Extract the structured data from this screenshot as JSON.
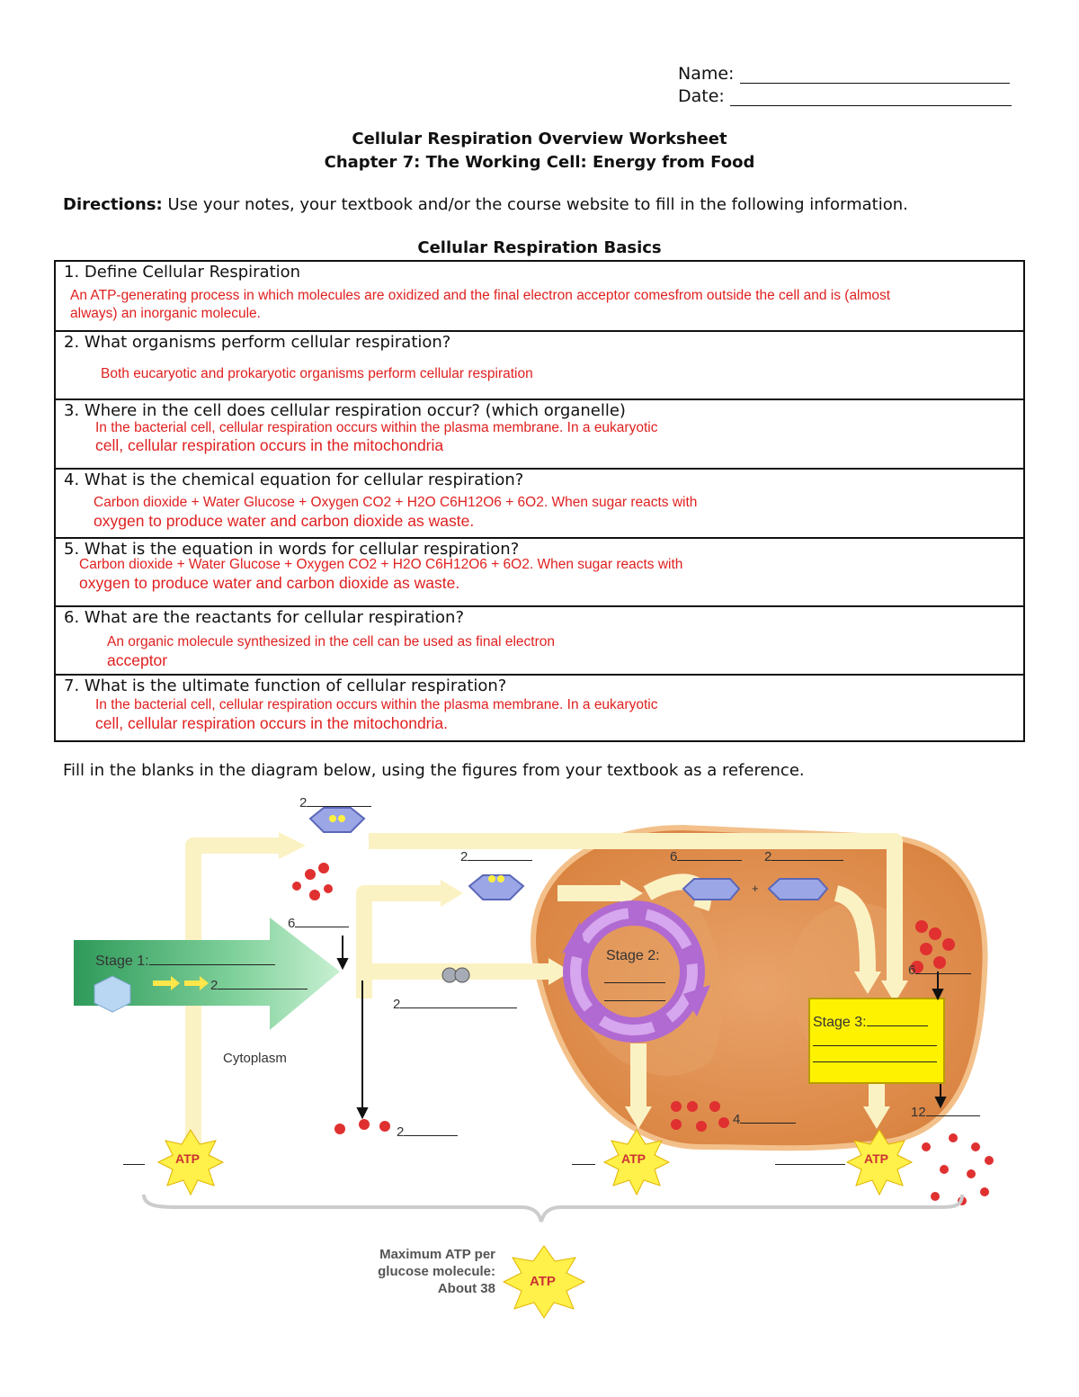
{
  "header": {
    "name_label": "Name:",
    "date_label": "Date:"
  },
  "title": "Cellular Respiration Overview Worksheet",
  "subtitle": "Chapter 7: The Working Cell: Energy from Food",
  "directions": {
    "label": "Directions:",
    "text": "Use your notes, your textbook and/or the course website to fill in the following information."
  },
  "table": {
    "title": "Cellular Respiration Basics",
    "rows": [
      {
        "question": "1.  Define Cellular Respiration",
        "answer": [
          "An ATP-generating process in which molecules are oxidized and the final electron acceptor comesfrom outside the cell and is (almost",
          "always) an inorganic molecule."
        ]
      },
      {
        "question": "2. What organisms perform cellular respiration?",
        "answer": [
          "Both eucaryotic and prokaryotic organisms perform cellular respiration"
        ]
      },
      {
        "question": "3. Where in the cell does cellular respiration occur? (which organelle)",
        "answer": [
          "In the bacterial cell, cellular respiration occurs within the plasma membrane.  In a eukaryotic",
          "cell, cellular respiration occurs in the mitochondria"
        ]
      },
      {
        "question": "4. What is the chemical equation for cellular respiration?",
        "answer": [
          "Carbon dioxide + Water Glucose + Oxygen CO2 + H2O C6H12O6 + 6O2.  When sugar reacts with",
          "oxygen to produce water and carbon dioxide as waste."
        ]
      },
      {
        "question": "5. What is the equation in words for cellular respiration?",
        "answer": [
          "Carbon dioxide + Water Glucose + Oxygen CO2 + H2O C6H12O6 + 6O2.  When sugar reacts with",
          "oxygen to produce water and carbon dioxide as waste."
        ]
      },
      {
        "question": "6. What are the reactants for cellular respiration?",
        "answer": [
          "An organic molecule synthesized in the cell can be used as final electron",
          "acceptor"
        ]
      },
      {
        "question": "7. What is the ultimate function of cellular respiration?",
        "answer": [
          "In the bacterial cell, cellular respiration occurs within the plasma membrane.  In a eukaryotic",
          "cell, cellular respiration occurs in the mitochondria."
        ]
      }
    ]
  },
  "fill_instruction": "Fill in the blanks in the diagram below, using the figures from your textbook as a reference.",
  "diagram": {
    "stage1": "Stage 1:",
    "stage2": "Stage 2:",
    "stage3": "Stage 3:",
    "cytoplasm": "Cytoplasm",
    "atp": "ATP",
    "max_line1": "Maximum ATP per",
    "max_line2": "glucose molecule:",
    "max_line3": "About 38",
    "n2": "2",
    "n6": "6",
    "n4": "4",
    "n12": "12",
    "plus": "+"
  }
}
